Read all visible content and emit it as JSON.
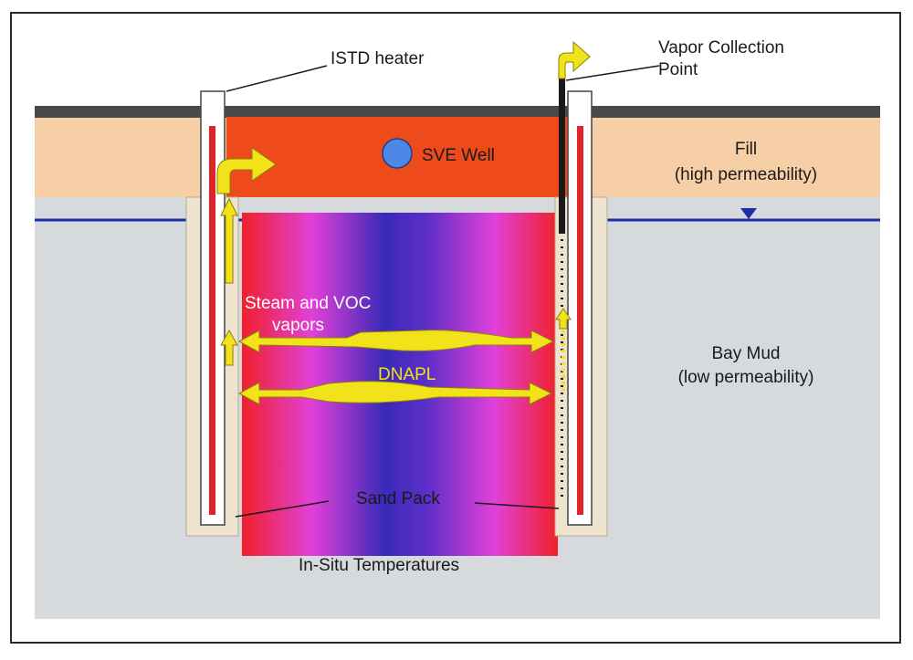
{
  "labels": {
    "istd_heater": "ISTD heater",
    "vapor_collection_line1": "Vapor Collection",
    "vapor_collection_line2": "Point",
    "sve_well": "SVE Well",
    "fill_line1": "Fill",
    "fill_line2": "(high permeability)",
    "steam_line1": "Steam and VOC",
    "steam_line2": "vapors",
    "dnapl": "DNAPL",
    "bay_mud_line1": "Bay Mud",
    "bay_mud_line2": "(low permeability)",
    "sand_pack": "Sand Pack",
    "in_situ": "In-Situ Temperatures"
  },
  "colors": {
    "surface_strip": "#4a4a4a",
    "fill_layer": "#f7cfa6",
    "bay_mud": "#d6dadd",
    "water_table": "#1c2fa8",
    "sve_zone": "#ef4a1a",
    "sve_well_dot": "#4d88e6",
    "heater_rod": "#e0252a",
    "sand_pack": "#ede3cf",
    "arrow_yellow": "#f2e21a",
    "temp_hot": "#f0202a",
    "temp_mid": "#e240d8",
    "temp_cool": "#3a2ab8"
  },
  "icons": [
    "water-table-marker-icon",
    "vapor-outlet-arrow-icon",
    "vapor-flow-arrow-icon",
    "double-headed-arrow-icon"
  ]
}
